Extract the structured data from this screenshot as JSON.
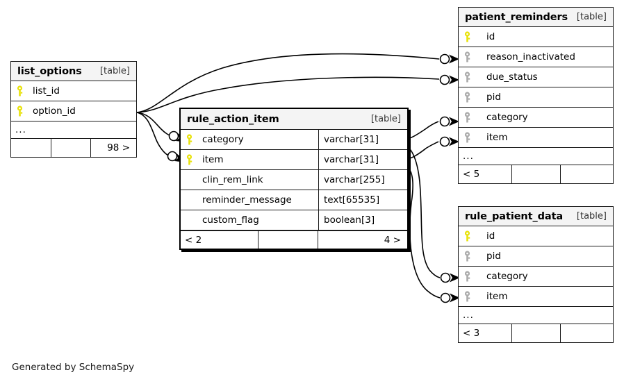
{
  "diagram": {
    "kind_tag": "[table]",
    "ellipsis": "...",
    "credit": "Generated by SchemaSpy",
    "colors": {
      "primary_key": "#e8e20a",
      "indexed_key": "#aaaaaa",
      "header_bg": "#f4f4f4",
      "border": "#1a1a1a",
      "connector": "#000000",
      "background": "#ffffff"
    }
  },
  "tables": {
    "list_options": {
      "name": "list_options",
      "kind": "[table]",
      "emphasis": false,
      "columns": [
        {
          "label": "list_id",
          "key": "primary",
          "type": ""
        },
        {
          "label": "option_id",
          "key": "primary",
          "type": ""
        }
      ],
      "more": "...",
      "footer": {
        "left": "",
        "middle": "",
        "right": "98 >"
      }
    },
    "rule_action_item": {
      "name": "rule_action_item",
      "kind": "[table]",
      "emphasis": true,
      "columns": [
        {
          "label": "category",
          "key": "primary",
          "type": "varchar[31]"
        },
        {
          "label": "item",
          "key": "primary",
          "type": "varchar[31]"
        },
        {
          "label": "clin_rem_link",
          "key": "none",
          "type": "varchar[255]"
        },
        {
          "label": "reminder_message",
          "key": "none",
          "type": "text[65535]"
        },
        {
          "label": "custom_flag",
          "key": "none",
          "type": "boolean[3]"
        }
      ],
      "more": "",
      "footer": {
        "left": "< 2",
        "middle": "",
        "right": "4 >"
      }
    },
    "patient_reminders": {
      "name": "patient_reminders",
      "kind": "[table]",
      "emphasis": false,
      "columns": [
        {
          "label": "id",
          "key": "primary",
          "type": ""
        },
        {
          "label": "reason_inactivated",
          "key": "indexed",
          "type": ""
        },
        {
          "label": "due_status",
          "key": "indexed",
          "type": ""
        },
        {
          "label": "pid",
          "key": "indexed",
          "type": ""
        },
        {
          "label": "category",
          "key": "indexed",
          "type": ""
        },
        {
          "label": "item",
          "key": "indexed",
          "type": ""
        }
      ],
      "more": "...",
      "footer": {
        "left": "< 5",
        "middle": "",
        "right": ""
      }
    },
    "rule_patient_data": {
      "name": "rule_patient_data",
      "kind": "[table]",
      "emphasis": false,
      "columns": [
        {
          "label": "id",
          "key": "primary",
          "type": ""
        },
        {
          "label": "pid",
          "key": "indexed",
          "type": ""
        },
        {
          "label": "category",
          "key": "indexed",
          "type": ""
        },
        {
          "label": "item",
          "key": "indexed",
          "type": ""
        }
      ],
      "more": "...",
      "footer": {
        "left": "< 3",
        "middle": "",
        "right": ""
      }
    }
  },
  "relationships": [
    {
      "from_table": "list_options",
      "from_column": "option_id",
      "to_table": "patient_reminders",
      "to_column": "reason_inactivated"
    },
    {
      "from_table": "list_options",
      "from_column": "option_id",
      "to_table": "patient_reminders",
      "to_column": "due_status"
    },
    {
      "from_table": "list_options",
      "from_column": "option_id",
      "to_table": "rule_action_item",
      "to_column": "category"
    },
    {
      "from_table": "list_options",
      "from_column": "option_id",
      "to_table": "rule_action_item",
      "to_column": "item"
    },
    {
      "from_table": "rule_action_item",
      "from_column": "category",
      "to_table": "patient_reminders",
      "to_column": "category"
    },
    {
      "from_table": "rule_action_item",
      "from_column": "item",
      "to_table": "patient_reminders",
      "to_column": "item"
    },
    {
      "from_table": "rule_action_item",
      "from_column": "category",
      "to_table": "rule_patient_data",
      "to_column": "category"
    },
    {
      "from_table": "rule_action_item",
      "from_column": "item",
      "to_table": "rule_patient_data",
      "to_column": "item"
    }
  ]
}
